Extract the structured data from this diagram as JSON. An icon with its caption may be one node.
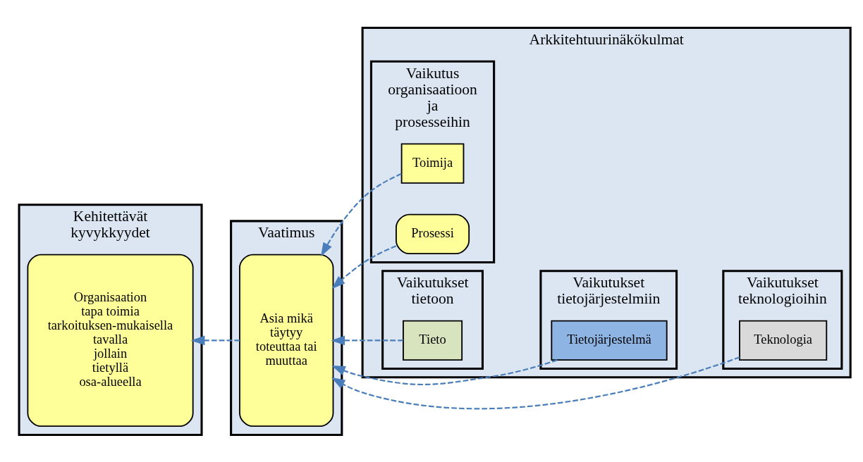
{
  "diagram": {
    "nodes": [
      {
        "text": [
          "Kehitettävät kyvykkyydet"
        ]
      },
      {
        "text": [
          "Organisaation tapa toimia tarkoituksen-mukaisella tavalla jollain tietyllä osa-alueella"
        ],
        "in": 0
      },
      {
        "text": [
          "Vaatimus"
        ]
      },
      {
        "text": [
          "Asia mikä täytyy toteuttaa tai muuttaa"
        ],
        "in": 2
      },
      {
        "text": [
          "Arkkitehtuurinäkökulmat"
        ]
      },
      {
        "text": [
          "Vaikutus organisaatioon ja prosesseihin"
        ],
        "in": 4
      },
      {
        "text": [
          "Toimija"
        ],
        "in": 5
      },
      {
        "text": [
          "Prosessi"
        ],
        "in": 5
      },
      {
        "text": [
          "Vaikutukset tietoon"
        ],
        "in": 4
      },
      {
        "text": [
          "Tieto"
        ],
        "in": 8
      },
      {
        "text": [
          "Vaikutukset tietojärjestelmiin"
        ],
        "in": 4
      },
      {
        "text": [
          "Tietojärjestelmä"
        ],
        "in": 10
      },
      {
        "text": [
          "Vaikutukset teknologioihin"
        ],
        "in": 4
      },
      {
        "text": [
          "Teknologia"
        ],
        "in": 12
      }
    ],
    "edges": [
      {
        "from": 3,
        "to": 1,
        "arrow": "to",
        "style": "dashed"
      },
      {
        "from": 6,
        "to": 3,
        "arrow": "to",
        "style": "dashed"
      },
      {
        "from": 7,
        "to": 3,
        "arrow": "to",
        "style": "dashed"
      },
      {
        "from": 9,
        "to": 3,
        "arrow": "to",
        "style": "dashed"
      },
      {
        "from": 11,
        "to": 3,
        "arrow": "to",
        "style": "dashed"
      },
      {
        "from": 13,
        "to": 3,
        "arrow": "to",
        "style": "dashed"
      }
    ]
  }
}
